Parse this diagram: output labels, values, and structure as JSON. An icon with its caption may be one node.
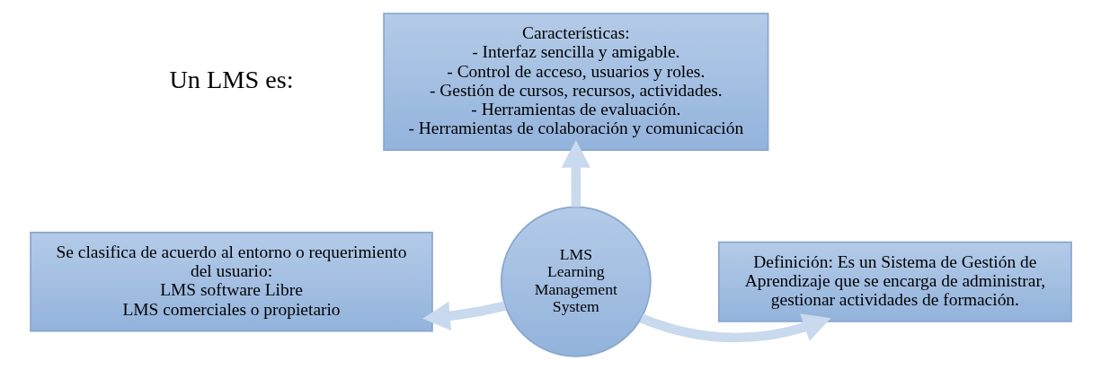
{
  "diagram": {
    "nodes": [
      {
        "text": [
          "Características:",
          "- Interfaz sencilla y amigable.",
          "- Control de acceso, usuarios y roles.",
          "- Gestión de cursos, recursos, actividades.",
          "- Herramientas de evaluación.",
          "- Herramientas de colaboración y comunicación"
        ]
      },
      {
        "text": [
          "LMS",
          "Learning Management System"
        ]
      },
      {
        "text": [
          "Se clasifica de acuerdo al entorno o requerimiento del usuario:",
          "LMS software Libre",
          "LMS comerciales o propietario"
        ]
      },
      {
        "text": [
          "Definición: Es un Sistema de Gestión de Aprendizaje que se encarga de administrar, gestionar actividades de formación."
        ]
      }
    ],
    "edges": [
      {
        "from": 1,
        "to": 0,
        "arrow": "to"
      },
      {
        "from": 1,
        "to": 2,
        "arrow": "to"
      },
      {
        "from": 1,
        "to": 3,
        "arrow": "to"
      }
    ],
    "labels": [
      "Un LMS es:"
    ]
  }
}
